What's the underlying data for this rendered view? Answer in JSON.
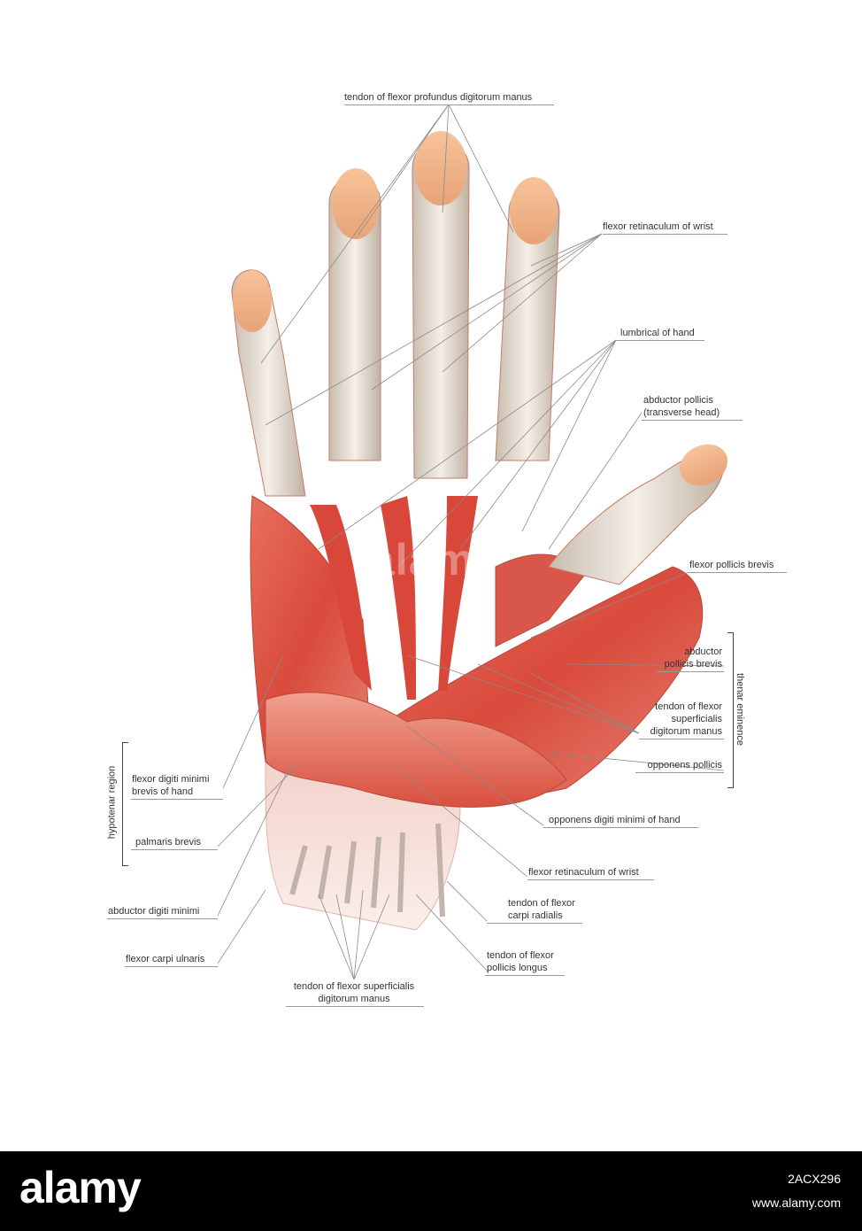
{
  "labels": {
    "flexor_profundus": "tendon of flexor profundus digitorum manus",
    "retinaculum_top": "flexor retinaculum of wrist",
    "lumbrical": "lumbrical of hand",
    "abductor_pollicis_1": "abductor pollicis",
    "abductor_pollicis_2": "(transverse head)",
    "flexor_pollicis_brevis": "flexor pollicis brevis",
    "abductor_pollicis_brevis_1": "abductor",
    "abductor_pollicis_brevis_2": "pollicis brevis",
    "tendon_superficialis_r_1": "tendon of flexor",
    "tendon_superficialis_r_2": "superficialis",
    "tendon_superficialis_r_3": "digitorum manus",
    "opponens_pollicis": "opponens pollicis",
    "opponens_digiti": "opponens digiti minimi of hand",
    "retinaculum_bottom": "flexor retinaculum of wrist",
    "carpi_radialis_1": "tendon of flexor",
    "carpi_radialis_2": "carpi radialis",
    "pollicis_longus_1": "tendon of flexor",
    "pollicis_longus_2": "pollicis longus",
    "superficialis_bottom_1": "tendon of flexor superficialis",
    "superficialis_bottom_2": "digitorum manus",
    "flexor_digiti_minimi_1": "flexor digiti minimi",
    "flexor_digiti_minimi_2": "brevis of hand",
    "palmaris_brevis": "palmaris brevis",
    "abductor_digiti_minimi": "abductor digiti minimi",
    "flexor_carpi_ulnaris": "flexor carpi ulnaris",
    "hypotenar": "hypotenar region",
    "thenar": "thenar eminence"
  },
  "watermark": "alamy",
  "footer": {
    "logo": "alamy",
    "image_id": "2ACX296",
    "url": "www.alamy.com"
  }
}
